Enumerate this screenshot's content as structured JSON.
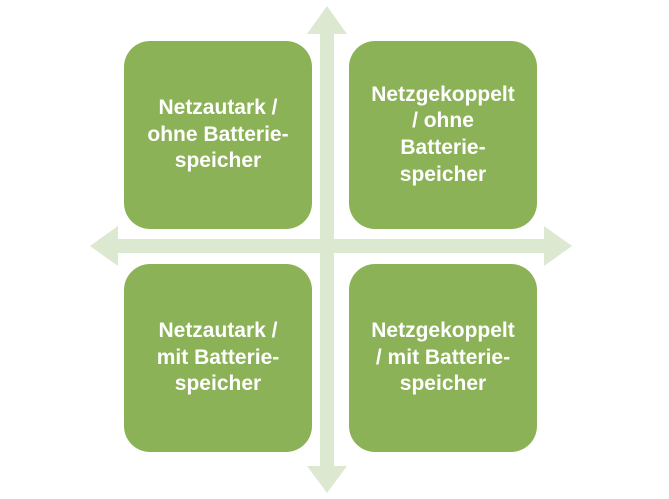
{
  "quadrants": {
    "top_left": {
      "label": "Netzautark /\nohne Batterie-\nspeicher"
    },
    "top_right": {
      "label": "Netzgekoppelt\n/ ohne\nBatterie-\nspeicher"
    },
    "bottom_left": {
      "label": "Netzautark /\nmit Batterie-\nspeicher"
    },
    "bottom_right": {
      "label": "Netzgekoppelt\n/ mit Batterie-\nspeicher"
    }
  },
  "colors": {
    "box_fill": "#8cb257",
    "arrow": "#dde8d1",
    "text": "#ffffff"
  }
}
